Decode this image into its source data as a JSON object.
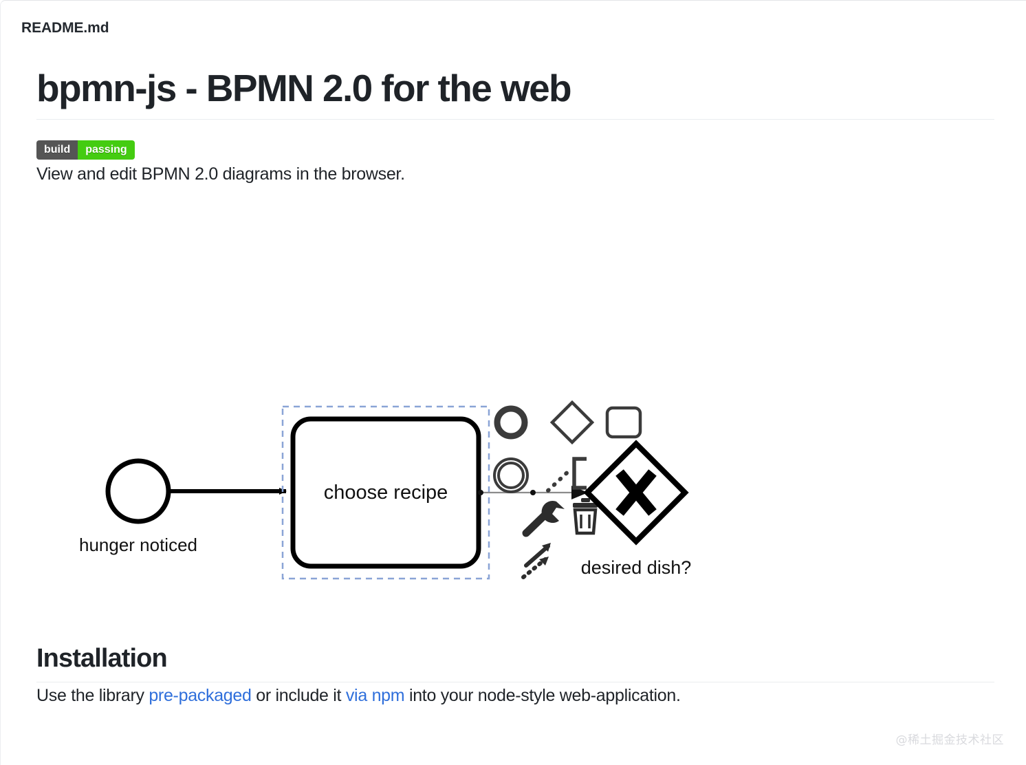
{
  "file": {
    "name": "README.md"
  },
  "readme": {
    "title": "bpmn-js - BPMN 2.0 for the web",
    "badge": {
      "label": "build",
      "status": "passing",
      "label_color": "#555555",
      "status_color": "#4cc61a"
    },
    "intro": "View and edit BPMN 2.0 diagrams in the browser.",
    "installation": {
      "heading": "Installation",
      "text_before": "Use the library ",
      "link_1": "pre-packaged",
      "text_middle": " or include it ",
      "link_2": "via npm",
      "text_after": " into your node-style web-application.",
      "link_color": "#2f6fdb"
    }
  },
  "diagram": {
    "type": "bpmn",
    "start_event": {
      "name": "start-event",
      "label": "hunger noticed"
    },
    "task": {
      "name": "task",
      "label": "choose recipe",
      "selected": true,
      "selection_color": "#8aa4d6"
    },
    "gateway": {
      "name": "exclusive-gateway",
      "marker": "X",
      "label": "desired dish?"
    },
    "context_pad": {
      "items": [
        {
          "icon": "end-event-icon",
          "title": "Append EndEvent"
        },
        {
          "icon": "gateway-icon",
          "title": "Append Gateway"
        },
        {
          "icon": "task-icon",
          "title": "Append Task"
        },
        {
          "icon": "intermediate-event-icon",
          "title": "Append Intermediate/Boundary Event"
        },
        {
          "icon": "text-annotation-icon",
          "title": "Append TextAnnotation"
        },
        {
          "icon": "wrench-icon",
          "title": "Change type"
        },
        {
          "icon": "trash-icon",
          "title": "Remove"
        },
        {
          "icon": "connect-icon",
          "title": "Connect using Sequence/MessageFlow"
        }
      ]
    },
    "connections": [
      {
        "from": "start-event",
        "to": "task"
      },
      {
        "from": "task",
        "to": "exclusive-gateway"
      }
    ]
  },
  "watermark": {
    "text": "@稀土掘金技术社区"
  }
}
